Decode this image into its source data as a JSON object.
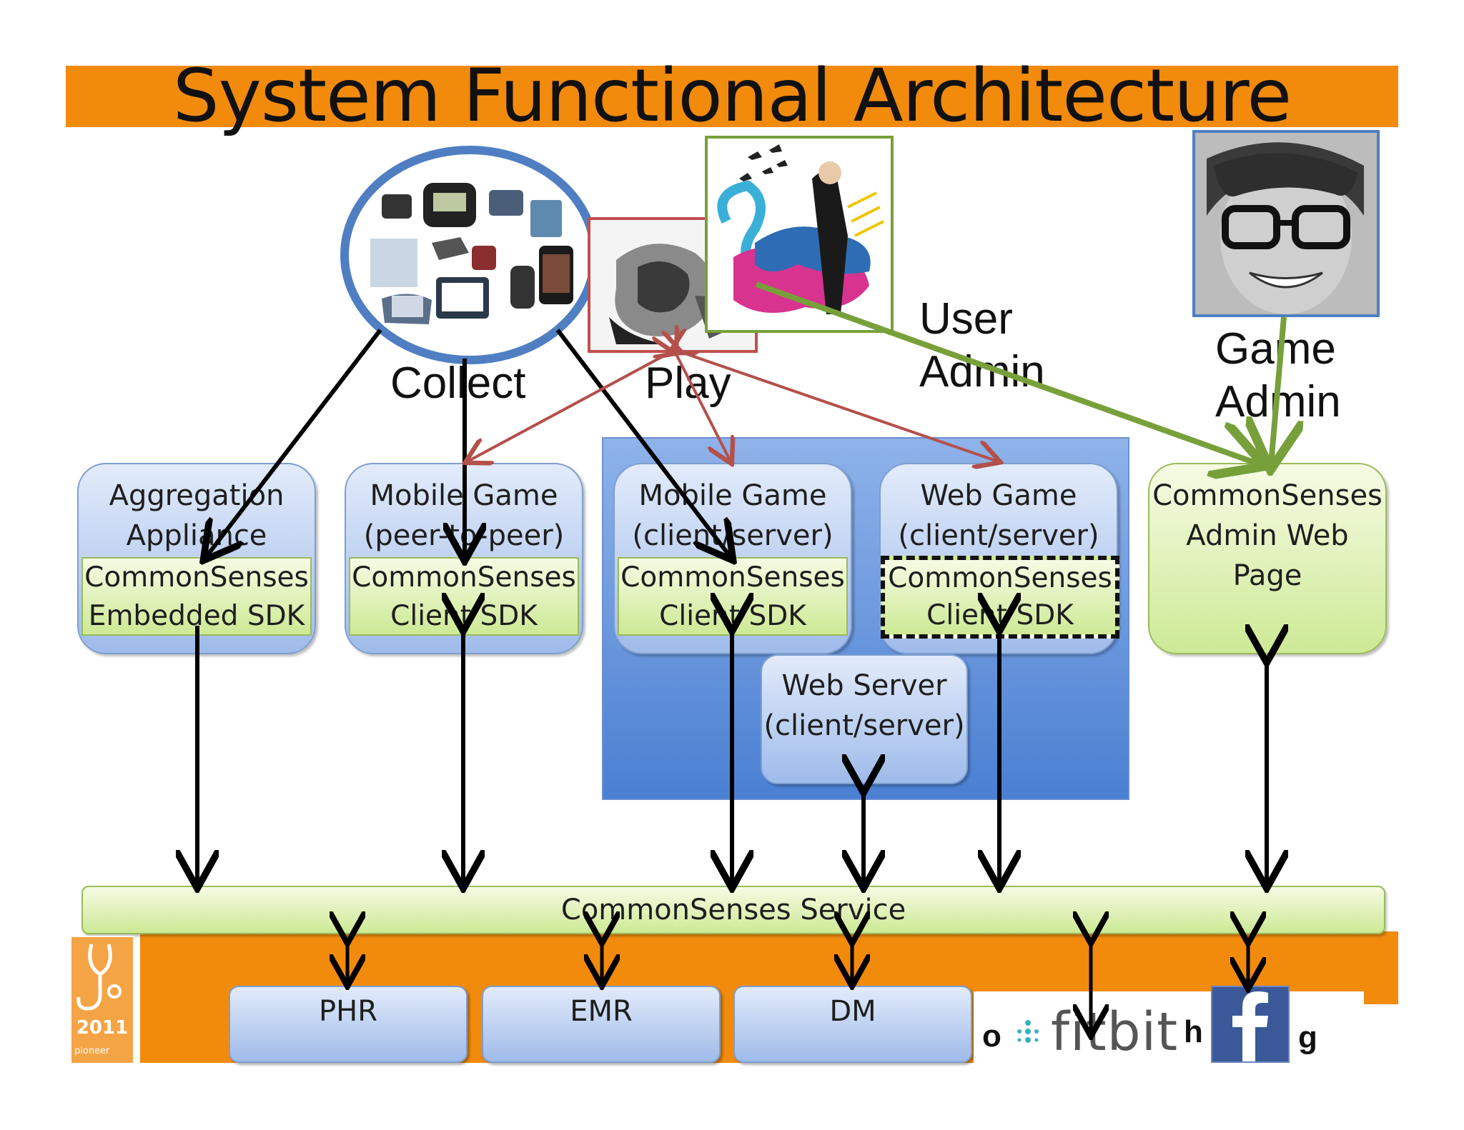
{
  "title": "System Functional Architecture",
  "roles": {
    "collect": "Collect",
    "play": "Play",
    "user_admin_1": "User",
    "user_admin_2": "Admin",
    "game_admin_1": "Game",
    "game_admin_2": "Admin"
  },
  "components": {
    "aggregation": {
      "line1": "Aggregation",
      "line2": "Appliance",
      "sdk1": "CommonSenses",
      "sdk2": "Embedded SDK"
    },
    "mobile_p2p": {
      "line1": "Mobile Game",
      "line2": "(peer-to-peer)",
      "sdk1": "CommonSenses",
      "sdk2": "Client SDK"
    },
    "mobile_cs": {
      "line1": "Mobile Game",
      "line2": "(client/server)",
      "sdk1": "CommonSenses",
      "sdk2": "Client SDK"
    },
    "web_game": {
      "line1": "Web Game",
      "line2": "(client/server)",
      "sdk1": "CommonSenses",
      "sdk2": "Client SDK"
    },
    "web_server": {
      "line1": "Web Server",
      "line2": "(client/server)"
    },
    "admin_web": {
      "line1": "CommonSenses",
      "line2": "Admin Web",
      "line3": "Page"
    }
  },
  "service": "CommonSenses Service",
  "backends": [
    "PHR",
    "EMR",
    "DM"
  ],
  "partners": {
    "left_char": "o",
    "fitbit": "fitbit",
    "mid_char": "h",
    "right_char": "g"
  },
  "logo": {
    "year": "2011",
    "brand": "pioneer"
  },
  "colors": {
    "orange": "#f28a0c",
    "blue_box": "#9fbbea",
    "green_box": "#cde995",
    "red_arrow": "#b4504b",
    "green_arrow": "#77a03a"
  }
}
